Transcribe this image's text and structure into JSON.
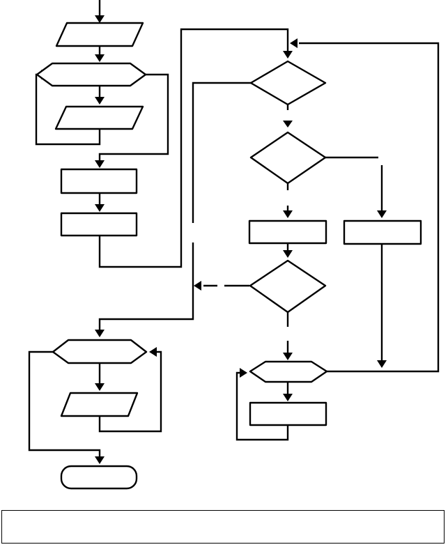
{
  "diagram": {
    "type": "flowchart",
    "background_color": "#ffffff",
    "stroke_color": "#000000",
    "shapes": [
      {
        "id": "input-1",
        "shape": "parallelogram",
        "label": ""
      },
      {
        "id": "loop-1",
        "shape": "hexagon",
        "label": ""
      },
      {
        "id": "input-2",
        "shape": "parallelogram",
        "label": ""
      },
      {
        "id": "process-1",
        "shape": "rectangle",
        "label": ""
      },
      {
        "id": "process-2",
        "shape": "rectangle",
        "label": ""
      },
      {
        "id": "decision-1",
        "shape": "diamond",
        "label": ""
      },
      {
        "id": "decision-2",
        "shape": "diamond",
        "label": ""
      },
      {
        "id": "process-3",
        "shape": "rectangle",
        "label": ""
      },
      {
        "id": "process-4",
        "shape": "rectangle",
        "label": ""
      },
      {
        "id": "decision-3",
        "shape": "diamond",
        "label": ""
      },
      {
        "id": "loop-2",
        "shape": "hexagon",
        "label": ""
      },
      {
        "id": "process-5",
        "shape": "rectangle",
        "label": ""
      },
      {
        "id": "loop-3",
        "shape": "hexagon",
        "label": ""
      },
      {
        "id": "output-1",
        "shape": "parallelogram",
        "label": ""
      },
      {
        "id": "terminator-end",
        "shape": "rounded-rectangle",
        "label": ""
      }
    ],
    "footer": {
      "text": ""
    }
  }
}
